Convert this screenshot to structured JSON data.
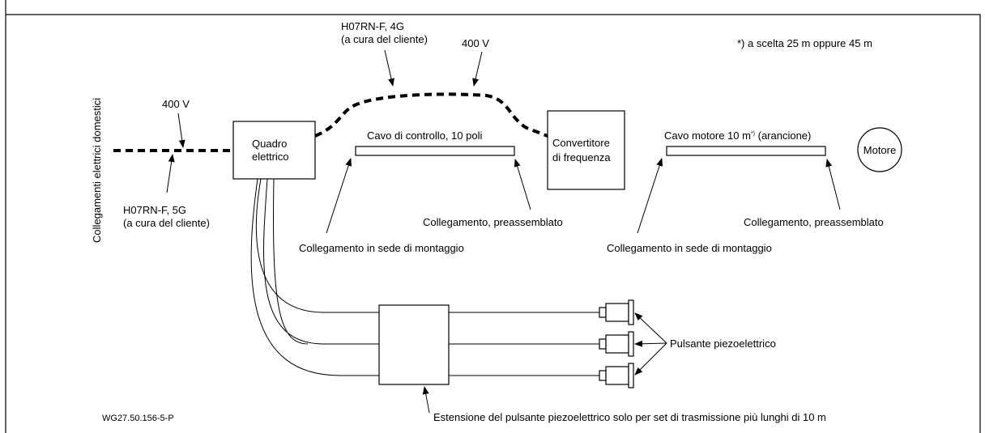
{
  "top_note": "*) a scelta 25 m oppure 45 m",
  "vertical_label": "Collegamenti elettrici domestici",
  "voltage_left": "400 V",
  "voltage_top": "400 V",
  "cable_left": {
    "line1": "H07RN-F, 5G",
    "line2": "(a cura del cliente)"
  },
  "cable_top": {
    "line1": "H07RN-F, 4G",
    "line2": "(a cura del cliente)"
  },
  "quadro": {
    "line1": "Quadro",
    "line2": "elettrico"
  },
  "convertitore": {
    "line1": "Convertitore",
    "line2": "di frequenza"
  },
  "motore": "Motore",
  "control_cable": "Cavo di controllo, 10 poli",
  "motor_cable": {
    "main": "Cavo motore 10 m",
    "sup": "*)",
    "suffix": " (arancione)"
  },
  "connection_preassembled": "Collegamento, preassemblato",
  "connection_site": "Collegamento in sede di montaggio",
  "piezo_button": "Pulsante piezoelettrico",
  "piezo_extension": "Estensione del pulsante piezoelettrico solo per set di trasmissione più lunghi di 10 m",
  "figure_code": "WG27.50.156-5-P"
}
